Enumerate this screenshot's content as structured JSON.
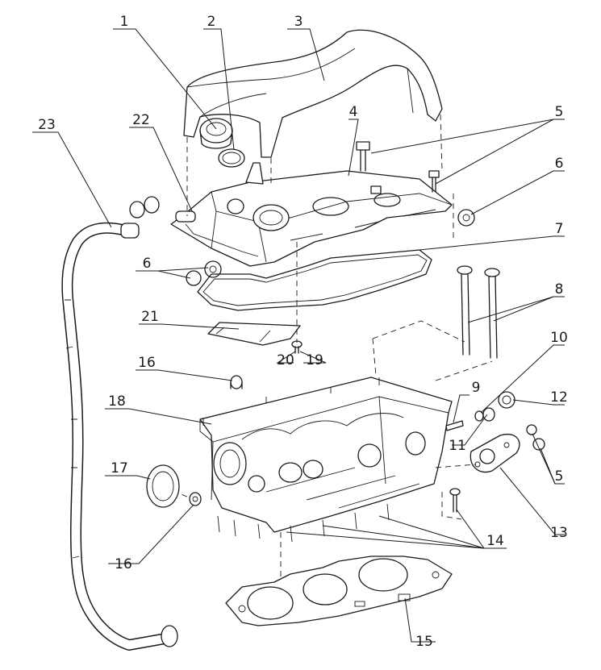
{
  "callouts": {
    "c1": "1",
    "c2": "2",
    "c3": "3",
    "c4": "4",
    "c5a": "5",
    "c5b": "5",
    "c6a": "6",
    "c6b": "6",
    "c7": "7",
    "c8": "8",
    "c9": "9",
    "c10": "10",
    "c11": "11",
    "c12": "12",
    "c13": "13",
    "c14": "14",
    "c15": "15",
    "c16a": "16",
    "c16b": "16",
    "c17": "17",
    "c18": "18",
    "c19": "19",
    "c20": "20",
    "c21": "21",
    "c22": "22",
    "c23": "23"
  }
}
